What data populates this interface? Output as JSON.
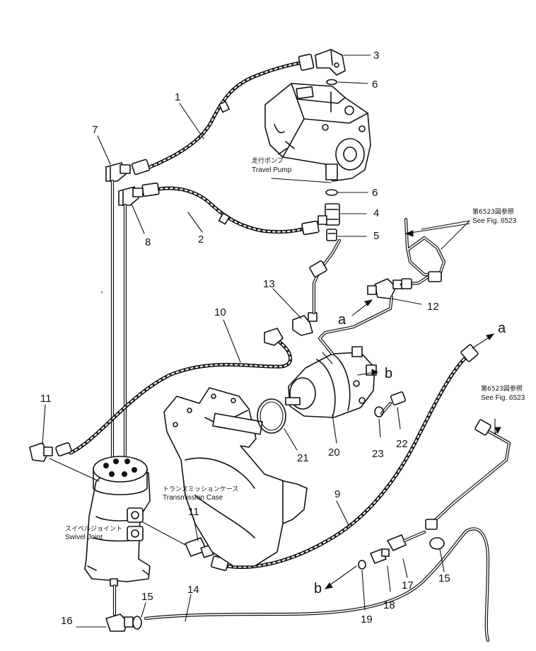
{
  "part_numbers": {
    "n1": "1",
    "n2": "2",
    "n3": "3",
    "n4": "4",
    "n5": "5",
    "n6a": "6",
    "n6b": "6",
    "n7": "7",
    "n8": "8",
    "n9": "9",
    "n10": "10",
    "n11a": "11",
    "n11b": "11",
    "n12": "12",
    "n13": "13",
    "n14": "14",
    "n15a": "15",
    "n15b": "15",
    "n16": "16",
    "n17": "17",
    "n18": "18",
    "n19": "19",
    "n20": "20",
    "n21": "21",
    "n22": "22",
    "n23": "23"
  },
  "letters": {
    "a_center": "a",
    "a_right": "a",
    "b_right": "b",
    "b_bottom": "b"
  },
  "captions": {
    "travel_pump_jp": "走行ポンプ",
    "travel_pump_en": "Travel Pump",
    "see_fig_top_jp": "第6523図参照",
    "see_fig_top_en": "See Fig. 6523",
    "see_fig_right_jp": "第6523図参照",
    "see_fig_right_en": "See Fig. 6523",
    "transmission_case_jp": "トランスミッションケース",
    "transmission_case_en": "Transmission Case",
    "swivel_joint_jp": "スイベルジョイント",
    "swivel_joint_en": "Swivel Joint"
  }
}
